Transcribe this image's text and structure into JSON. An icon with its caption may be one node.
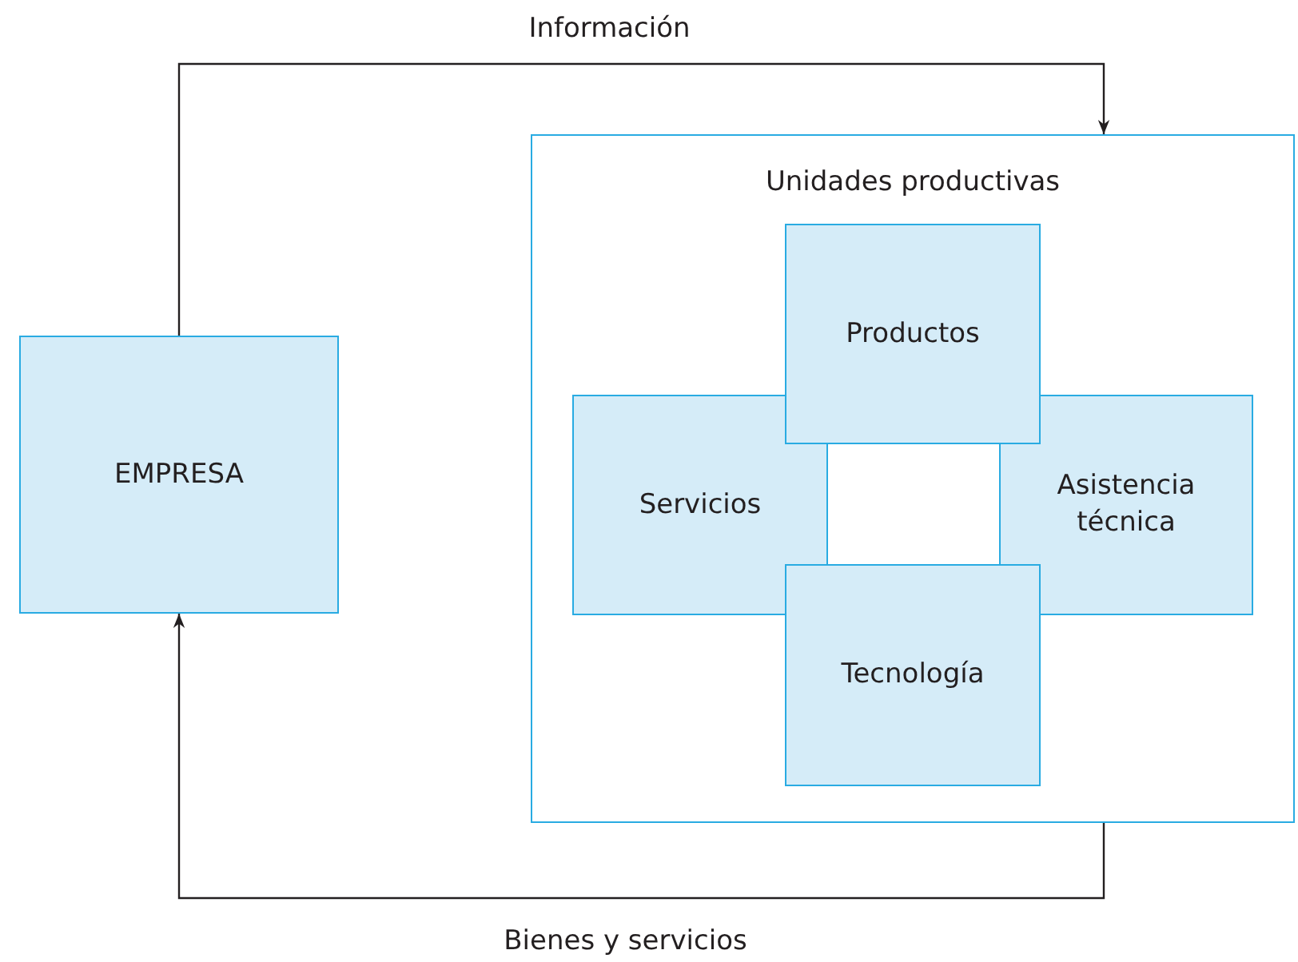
{
  "diagram": {
    "nodes": [
      {
        "text": [
          "EMPRESA"
        ]
      },
      {
        "text": [
          "Unidades productivas"
        ]
      },
      {
        "text": [
          "Productos"
        ],
        "in": 1
      },
      {
        "text": [
          "Servicios"
        ],
        "in": 1
      },
      {
        "text": [
          "Asistencia técnica"
        ],
        "in": 1
      },
      {
        "text": [
          "Tecnología"
        ],
        "in": 1
      }
    ],
    "edges": [
      {
        "from": 0,
        "to": 1,
        "arrow": "to",
        "label": "Información"
      },
      {
        "from": 1,
        "to": 0,
        "arrow": "to",
        "label": "Bienes y servicios"
      }
    ]
  }
}
